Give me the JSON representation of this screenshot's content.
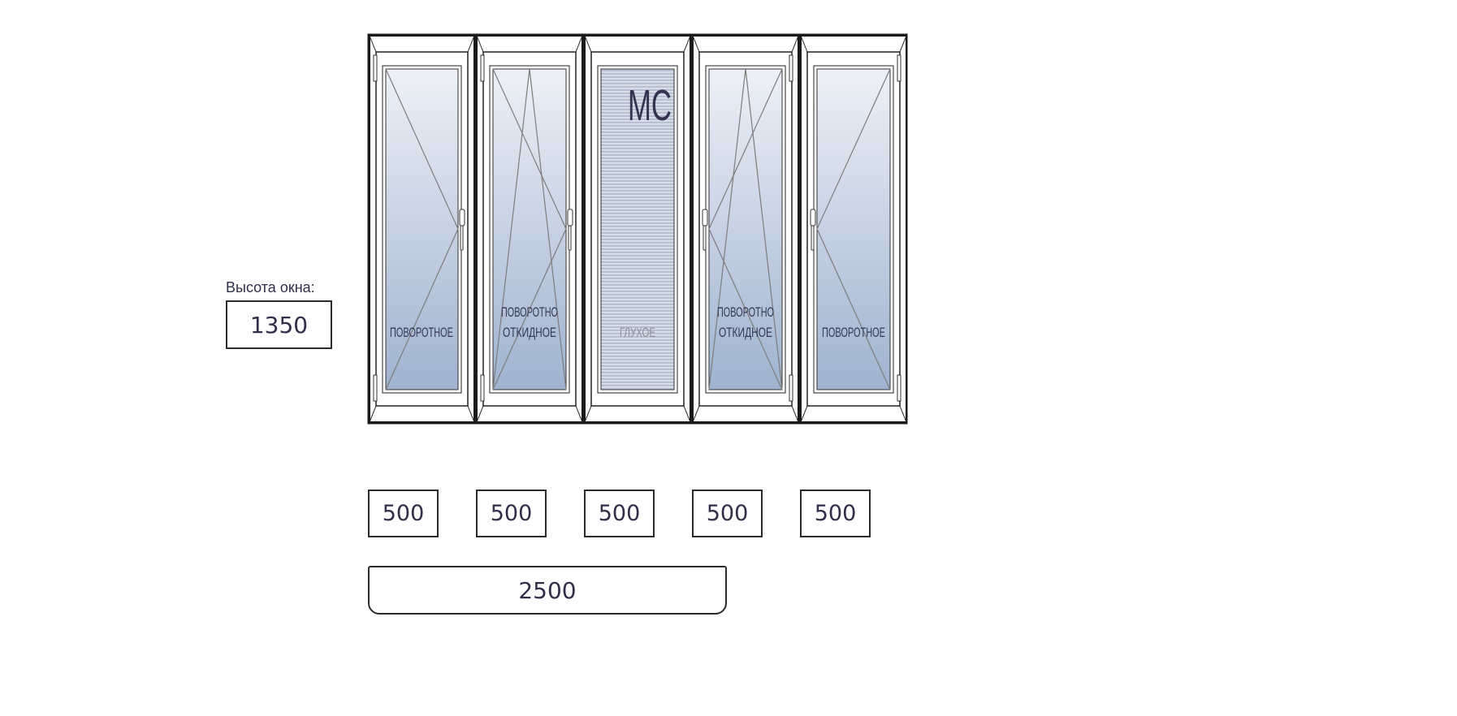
{
  "height": {
    "label": "Высота окна:",
    "value": "1350"
  },
  "sashes": [
    {
      "type": "ПОВОРОТНОЕ",
      "width": "500"
    },
    {
      "type": "ПОВОРОТНО ОТКИДНОЕ",
      "width": "500"
    },
    {
      "type": "ГЛУХОЕ",
      "width": "500",
      "mark": "МС"
    },
    {
      "type": "ПОВОРОТНО ОТКИДНОЕ",
      "width": "500"
    },
    {
      "type": "ПОВОРОТНОЕ",
      "width": "500"
    }
  ],
  "caption_lines": {
    "rotary": "ПОВОРОТНОЕ",
    "tilt_turn_1": "ПОВОРОТНО",
    "tilt_turn_2": "ОТКИДНОЕ",
    "fixed": "ГЛУХОЕ"
  },
  "total_width": "2500",
  "colors": {
    "frame": "#1a1a1a",
    "glass_top": "#eef1f7",
    "glass_bottom": "#9fb2cf",
    "text": "#2f2f4a"
  }
}
